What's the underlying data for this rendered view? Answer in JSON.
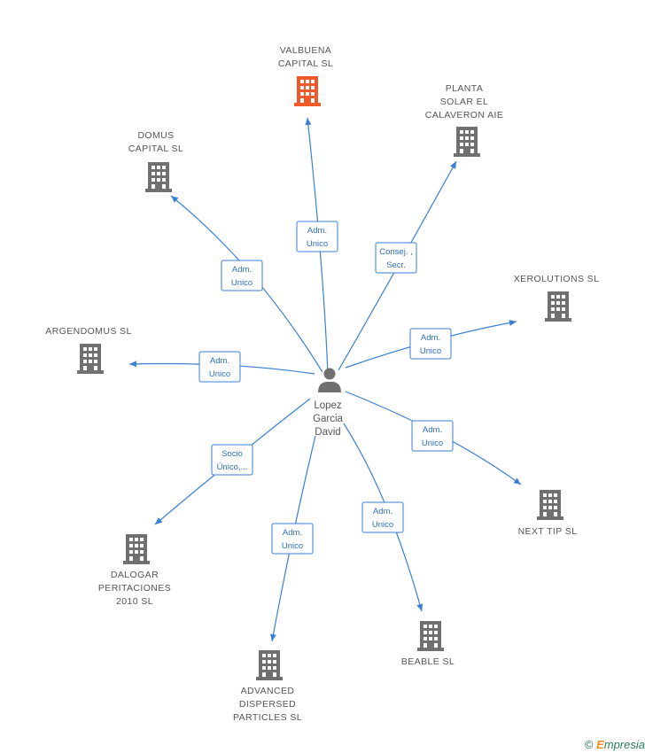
{
  "center": {
    "lines": [
      "Lopez",
      "Garcia",
      "David"
    ],
    "icon": "person-icon"
  },
  "accent_color": "#3a7fd5",
  "highlight_color": "#f05a2a",
  "company_color": "#707070",
  "nodes": [
    {
      "id": "valbuena",
      "lines": [
        "VALBUENA",
        "CAPITAL SL"
      ],
      "highlight": true,
      "role": [
        "Adm.",
        "Unico"
      ],
      "icon": "building-icon"
    },
    {
      "id": "planta",
      "lines": [
        "PLANTA",
        "SOLAR EL",
        "CALAVERON AIE"
      ],
      "highlight": false,
      "role": [
        "Consej. ,",
        "Secr."
      ],
      "icon": "building-icon"
    },
    {
      "id": "domus",
      "lines": [
        "DOMUS",
        "CAPITAL SL"
      ],
      "highlight": false,
      "role": [
        "Adm.",
        "Unico"
      ],
      "icon": "building-icon"
    },
    {
      "id": "xerolutions",
      "lines": [
        "XEROLUTIONS SL"
      ],
      "highlight": false,
      "role": [
        "Adm.",
        "Unico"
      ],
      "icon": "building-icon"
    },
    {
      "id": "argendomus",
      "lines": [
        "ARGENDOMUS SL"
      ],
      "highlight": false,
      "role": [
        "Adm.",
        "Unico"
      ],
      "icon": "building-icon"
    },
    {
      "id": "nexttip",
      "lines": [
        "NEXT TIP SL"
      ],
      "highlight": false,
      "role": [
        "Adm.",
        "Unico"
      ],
      "icon": "building-icon"
    },
    {
      "id": "dalogar",
      "lines": [
        "DALOGAR",
        "PERITACIONES",
        "2010 SL"
      ],
      "highlight": false,
      "role": [
        "Socio",
        "Único,..."
      ],
      "icon": "building-icon"
    },
    {
      "id": "beable",
      "lines": [
        "BEABLE SL"
      ],
      "highlight": false,
      "role": [
        "Adm.",
        "Unico"
      ],
      "icon": "building-icon"
    },
    {
      "id": "advanced",
      "lines": [
        "ADVANCED",
        "DISPERSED",
        "PARTICLES SL"
      ],
      "highlight": false,
      "role": [
        "Adm.",
        "Unico"
      ],
      "icon": "building-icon"
    }
  ],
  "footer": {
    "copyright": "©",
    "brand_first": "E",
    "brand_rest": "mpresia"
  }
}
